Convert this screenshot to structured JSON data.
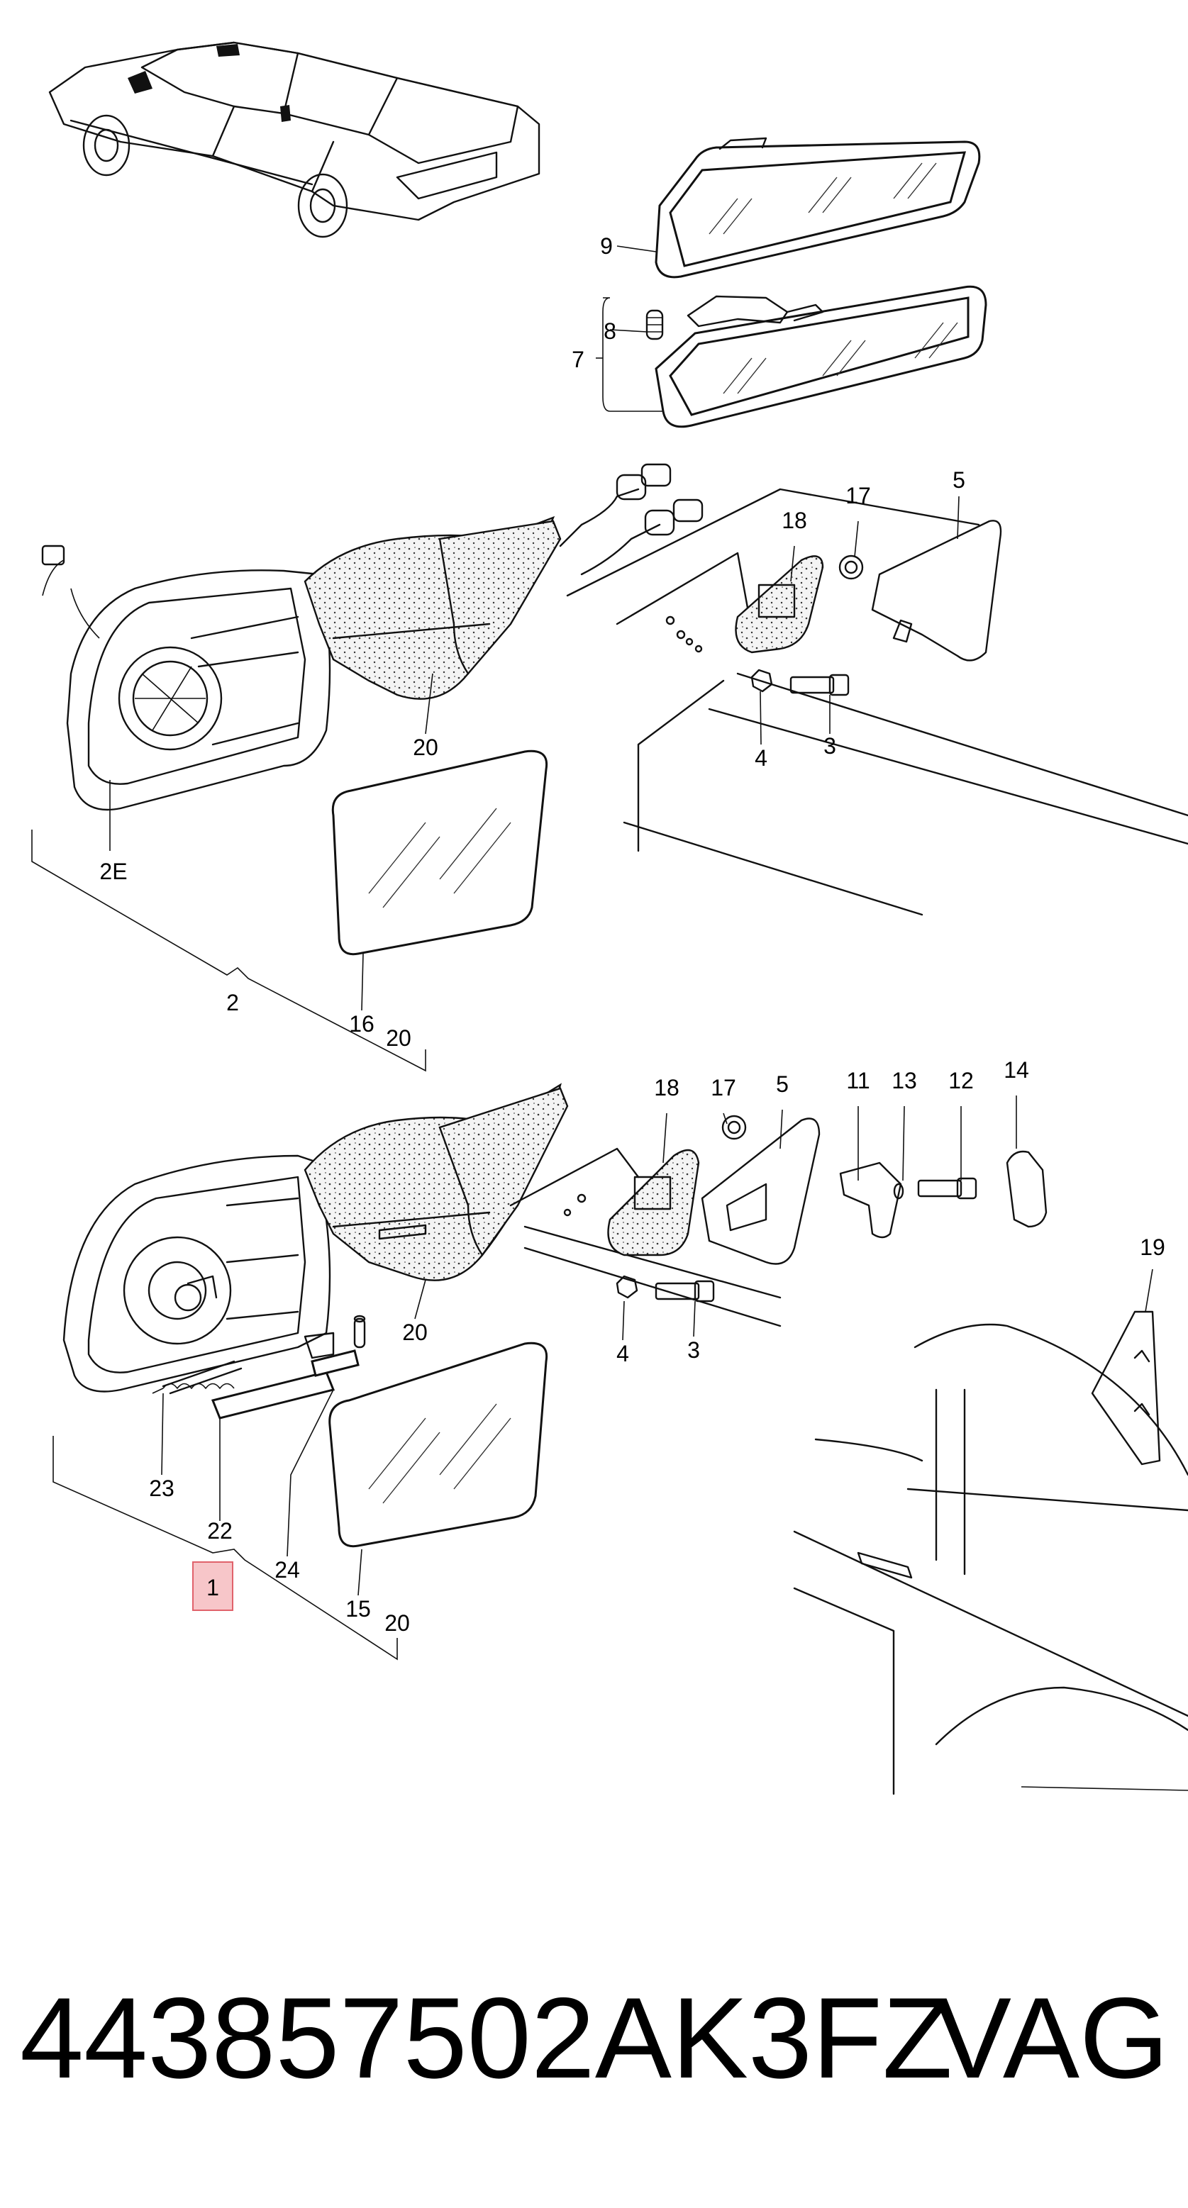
{
  "diagram": {
    "highlight_color": "#f7c6c9",
    "highlight_border": "#e0626b",
    "callouts_top": [
      "9",
      "8",
      "7",
      "18",
      "17",
      "5",
      "20",
      "4",
      "3",
      "2E",
      "2",
      "16",
      "20"
    ],
    "callouts_bottom": [
      "18",
      "17",
      "5",
      "11",
      "13",
      "12",
      "14",
      "19",
      "20",
      "4",
      "3",
      "23",
      "22",
      "24",
      "1",
      "15",
      "20"
    ]
  },
  "footer": {
    "part_number": "443857502AK3FZ",
    "brand": "VAG"
  }
}
